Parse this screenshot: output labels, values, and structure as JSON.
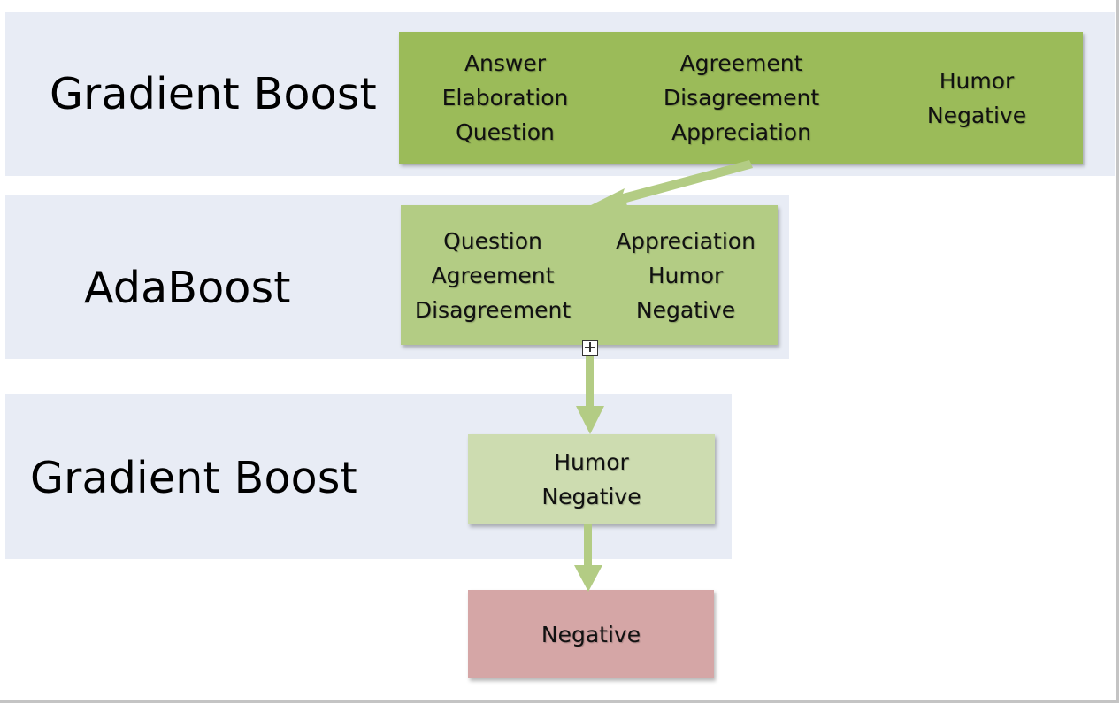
{
  "stages": [
    {
      "title": "Gradient Boost"
    },
    {
      "title": "AdaBoost"
    },
    {
      "title": "Gradient Boost"
    }
  ],
  "boxes": {
    "box1": {
      "color": "#9bbb59",
      "columns": [
        [
          "Answer",
          "Elaboration",
          "Question"
        ],
        [
          "Agreement",
          "Disagreement",
          "Appreciation"
        ],
        [
          "Humor",
          "Negative"
        ]
      ]
    },
    "box2": {
      "color": "#b3cc84",
      "columns": [
        [
          "Question",
          "Agreement",
          "Disagreement"
        ],
        [
          "Appreciation",
          "Humor",
          "Negative"
        ]
      ]
    },
    "box3": {
      "color": "#cddcb0",
      "columns": [
        [
          "Humor",
          "Negative"
        ]
      ]
    },
    "box4": {
      "color": "#d5a6a6",
      "columns": [
        [
          "Negative"
        ]
      ]
    }
  },
  "colors": {
    "band": "#e8ecf5",
    "arrow": "#b3cc84"
  },
  "icons": {
    "selection_handle": "move-handle-icon"
  }
}
